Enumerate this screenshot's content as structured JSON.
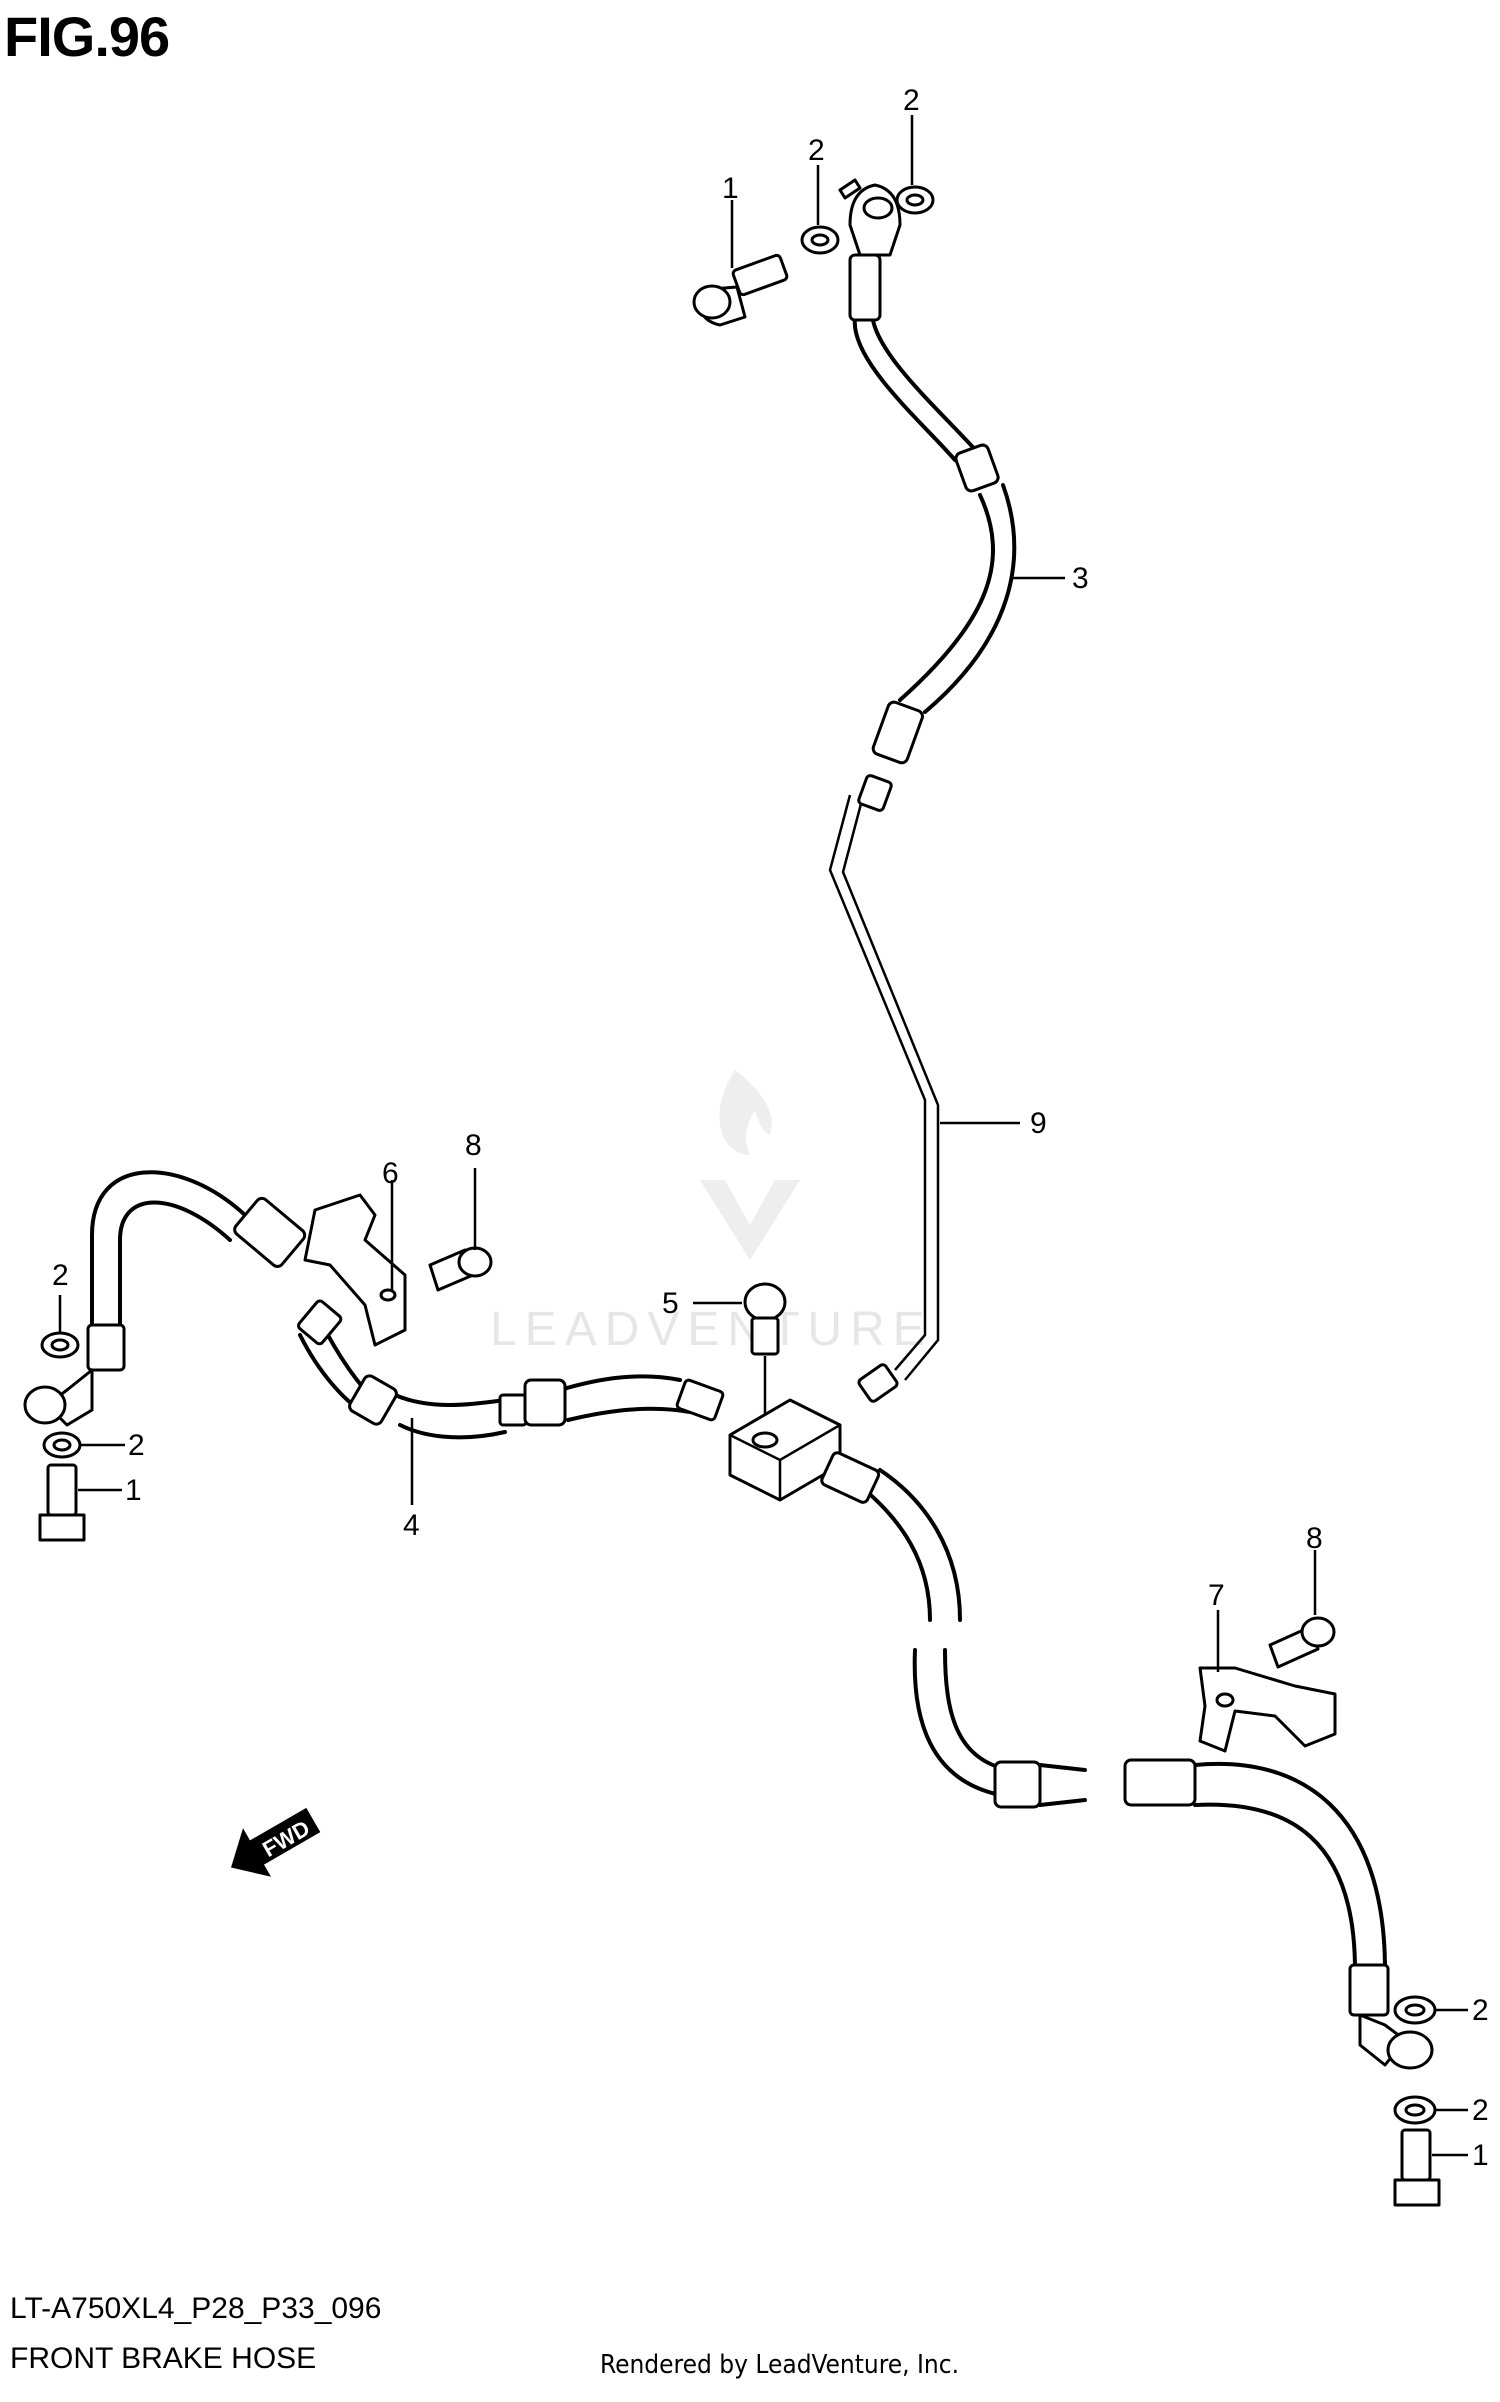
{
  "figure": {
    "title": "FIG.96",
    "part_code": "LT-A750XL4_P28_P33_096",
    "part_name": "FRONT BRAKE HOSE",
    "rendered_by": "Rendered by LeadVenture, Inc.",
    "watermark": "LEADVENTURE",
    "fwd_label": "FWD"
  },
  "callouts": [
    "1",
    "2",
    "2",
    "3",
    "9",
    "8",
    "6",
    "2",
    "5",
    "2",
    "1",
    "4",
    "8",
    "7",
    "2",
    "2",
    "1"
  ]
}
